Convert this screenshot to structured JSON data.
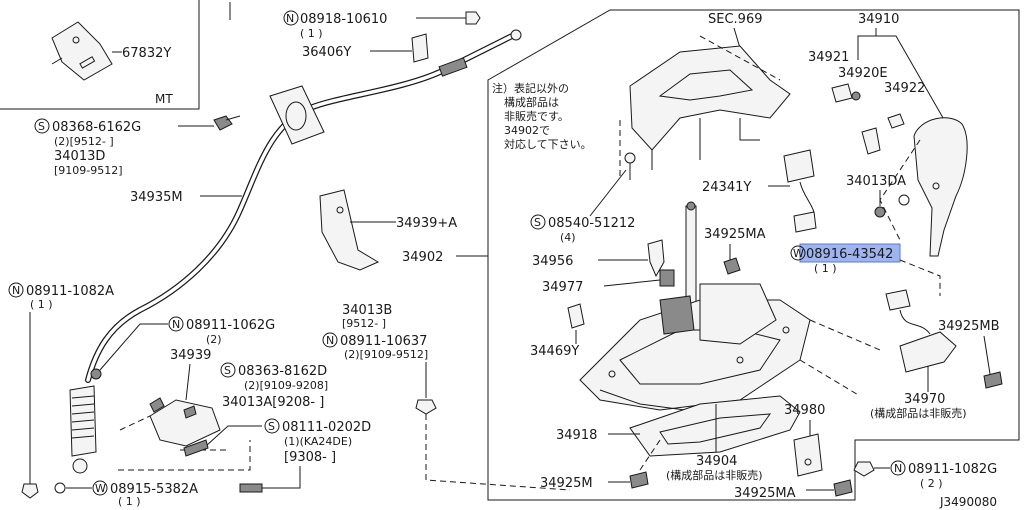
{
  "diagram": {
    "figure_id": "J3490080",
    "section_ref": "SEC.969",
    "mt_box_label": "MT",
    "note_jp": [
      "注）表記以外の",
      "構成部品は",
      "非販売です。",
      "34902で",
      "対応して下さい。"
    ],
    "highlight_color": "#9fb4ef",
    "labels": {
      "p67832Y": "67832Y",
      "n08918": "08918-10610",
      "n08918_qty": "( 1 )",
      "p36406Y": "36406Y",
      "s08368": "08368-6162G",
      "s08368_qty": "(2)[9512-   ]",
      "p34013D": "34013D",
      "p34013D_range": "[9109-9512]",
      "p34935M": "34935M",
      "p34939A": "34939+A",
      "s08540": "08540-51212",
      "s08540_qty": "(4)",
      "p34902": "34902",
      "n08911a": "08911-1082A",
      "n08911a_qty": "( 1 )",
      "p34013B": "34013B",
      "p34013B_range": "[9512-    ]",
      "n08911b": "08911-1062G",
      "n08911b_qty": "(2)",
      "n08911c": "08911-10637",
      "n08911c_qty": "(2)[9109-9512]",
      "p34939": "34939",
      "s08363": "08363-8162D",
      "s08363_qty": "(2)[9109-9208]",
      "p34013A": "34013A[9208-    ]",
      "s08111": "08111-0202D",
      "s08111_qty": "(1)(KA24DE)",
      "s08111_range": "[9308-    ]",
      "w08915": "08915-5382A",
      "w08915_qty": "( 1 )",
      "p34910": "34910",
      "p34921": "34921",
      "p34920E": "34920E",
      "p34922": "34922",
      "p24341Y": "24341Y",
      "p34013DA": "34013DA",
      "w08916": "08916-43542",
      "w08916_qty": "( 1 )",
      "p34925MA_top": "34925MA",
      "p34956": "34956",
      "p34977": "34977",
      "p34469Y": "34469Y",
      "p34925MB": "34925MB",
      "p34970": "34970",
      "p34970_note": "(構成部品は非販売)",
      "p34980": "34980",
      "p34918": "34918",
      "p34904": "34904",
      "p34904_note": "(構成部品は非販売)",
      "p34925M": "34925M",
      "p34925MA_bot": "34925MA",
      "n08911d": "08911-1082G",
      "n08911d_qty": "( 2 )"
    },
    "prefix": {
      "N": "N",
      "S": "S",
      "W": "W"
    }
  }
}
